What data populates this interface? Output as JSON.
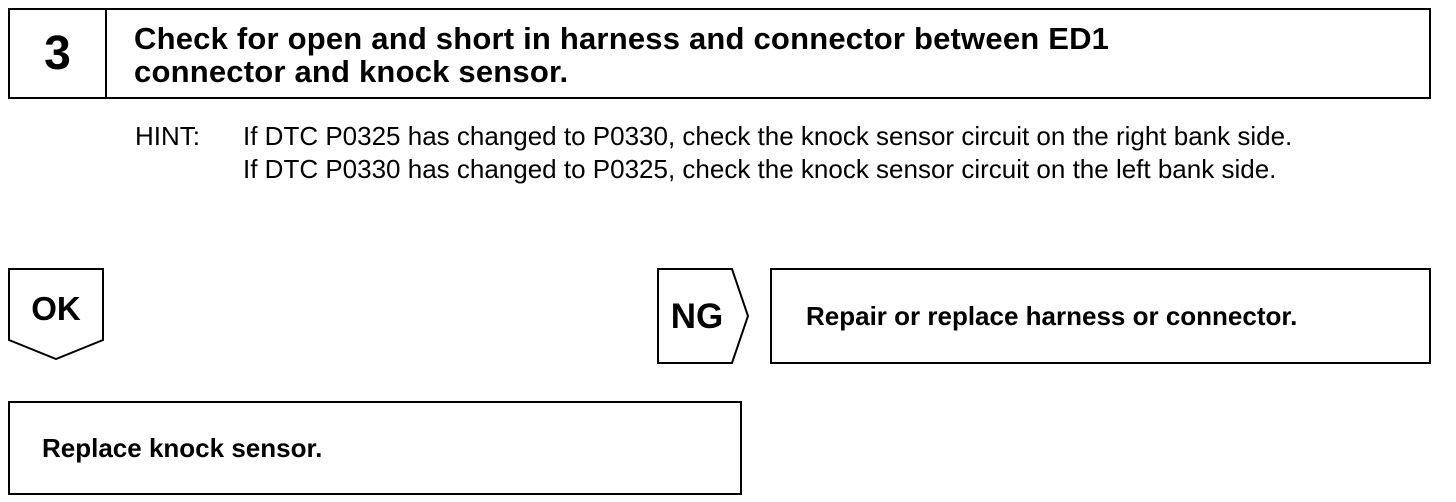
{
  "step": {
    "number": "3",
    "title": "Check for open and short in harness and connector between ED1\nconnector and knock sensor."
  },
  "hint": {
    "label": "HINT:",
    "paragraphs": [
      "If DTC P0325 has changed to P0330, check the knock sensor circuit on the right bank side.",
      "If DTC P0330 has changed to P0325, check the knock sensor circuit on the left bank side."
    ]
  },
  "ok": {
    "label": "OK",
    "action": "Replace knock sensor."
  },
  "ng": {
    "label": "NG",
    "action": "Repair or replace harness or connector."
  }
}
